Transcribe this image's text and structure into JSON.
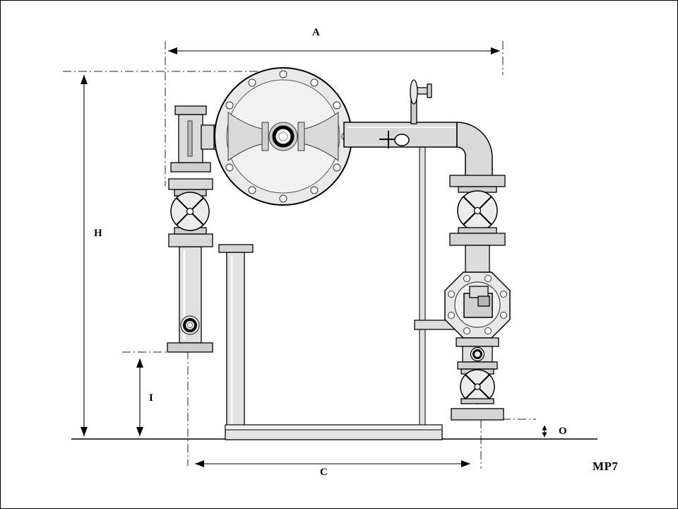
{
  "page": {
    "background": "#ffffff",
    "line_color": "#000000"
  },
  "drawing": {
    "model_label": "MP7",
    "dimension_labels": {
      "A": "A",
      "H": "H",
      "I": "I",
      "C": "C",
      "O": "O"
    },
    "fills": {
      "light": "#e9e9e9",
      "mid": "#d9d9d9",
      "dark": "#bfbfbf",
      "white": "#ffffff"
    }
  }
}
